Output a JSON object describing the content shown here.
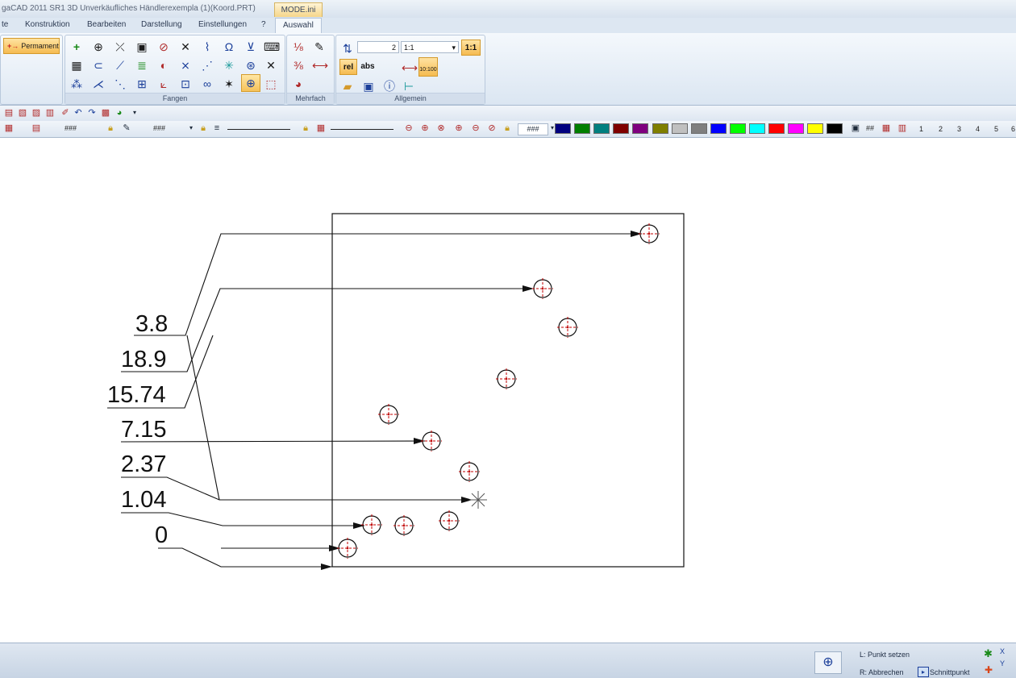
{
  "window": {
    "title": "gaCAD 2011 SR1 3D  Unverkäufliches Händlerexempla (1)(Koord.PRT)",
    "mode_tab": "MODE.ini"
  },
  "ribbon_tabs": [
    "te",
    "Konstruktion",
    "Bearbeiten",
    "Darstellung",
    "Einstellungen",
    "?",
    "Auswahl"
  ],
  "ribbon": {
    "permament_label": "Permament",
    "groups": {
      "fangen": "Fangen",
      "mehrfach": "Mehrfach",
      "allgemein": "Allgemein"
    },
    "allgemein": {
      "step_value": "2",
      "scale_value": "1:1",
      "scale_button": "1:1",
      "rel_label": "rel",
      "abs_label": "abs",
      "scale_icon_text": "10:100"
    }
  },
  "toolbar2": {
    "field1": "###",
    "field2": "###",
    "field3": "###",
    "grid_label": "##",
    "layer_numbers": [
      "1",
      "2",
      "3",
      "4",
      "5",
      "6"
    ],
    "swatch_colors": [
      "#00007f",
      "#007f00",
      "#007f7f",
      "#7f0000",
      "#7f007f",
      "#7f7f00",
      "#c0c0c0",
      "#7f7f7f",
      "#0000ff",
      "#00ff00",
      "#00ffff",
      "#ff0000",
      "#ff00ff",
      "#ffff00",
      "#000000"
    ]
  },
  "drawing": {
    "leader_labels": [
      "3.8",
      "18.9",
      "15.74",
      "7.15",
      "2.37",
      "1.04",
      "0"
    ]
  },
  "status": {
    "left_action": "L: Punkt setzen",
    "right_action": "R: Abbrechen",
    "snap_label": "Schnittpunkt"
  },
  "colors": {
    "accent_orange": "#f5bb51",
    "ribbon_blue": "#dbe6f2",
    "marker_red": "#c00000"
  }
}
